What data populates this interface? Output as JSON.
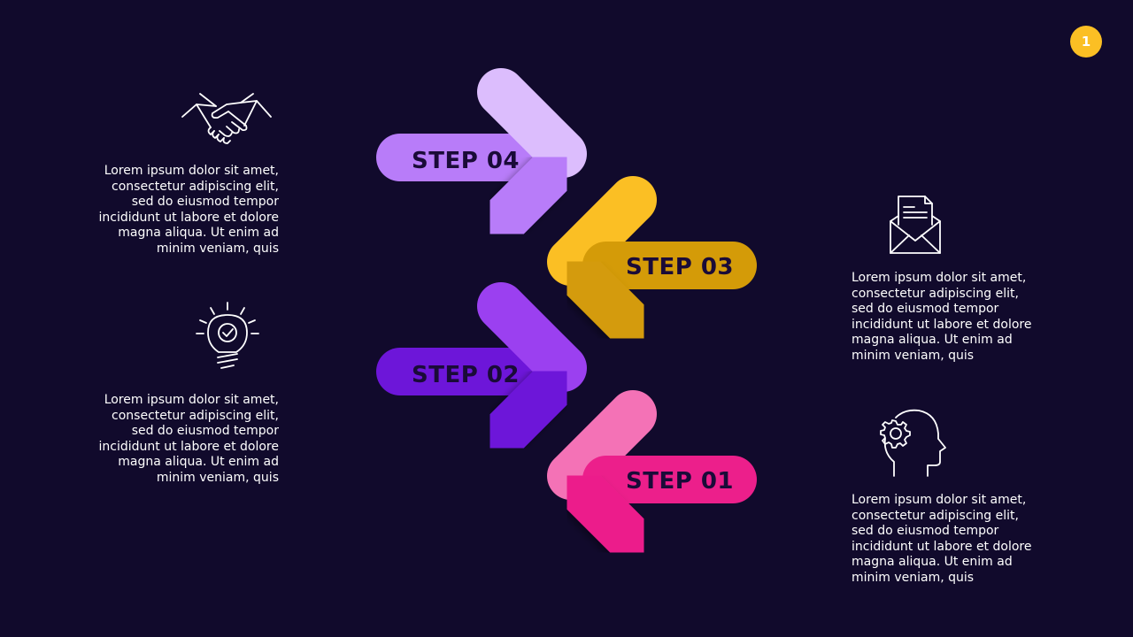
{
  "page_number": "1",
  "colors": {
    "background": "#110a2c",
    "badge": "#fbbf24",
    "step04": [
      "#dcbdfd",
      "#b87cf9"
    ],
    "step03": [
      "#fbbf24",
      "#d49b08"
    ],
    "step02": [
      "#9b40f0",
      "#6d16d9"
    ],
    "step01": [
      "#f472b6",
      "#ec1f8b"
    ]
  },
  "steps": [
    {
      "label": "STEP 04",
      "icon": "handshake-icon"
    },
    {
      "label": "STEP 03",
      "icon": "envelope-document-icon"
    },
    {
      "label": "STEP 02",
      "icon": "lightbulb-check-icon"
    },
    {
      "label": "STEP 01",
      "icon": "head-gear-icon"
    }
  ],
  "descriptions": {
    "step04": "Lorem ipsum dolor sit amet, consectetur adipiscing elit, sed do eiusmod tempor incididunt ut labore et dolore magna aliqua. Ut enim ad minim veniam, quis",
    "step03": "Lorem ipsum dolor sit amet, consectetur adipiscing elit, sed do eiusmod tempor incididunt ut labore et dolore magna aliqua. Ut enim ad minim veniam, quis",
    "step02": "Lorem ipsum dolor sit amet, consectetur adipiscing elit, sed do eiusmod tempor incididunt ut labore et dolore magna aliqua. Ut enim ad minim veniam, quis",
    "step01": "Lorem ipsum dolor sit amet, consectetur adipiscing elit, sed do eiusmod tempor incididunt ut labore et dolore magna aliqua. Ut enim ad minim veniam, quis"
  }
}
